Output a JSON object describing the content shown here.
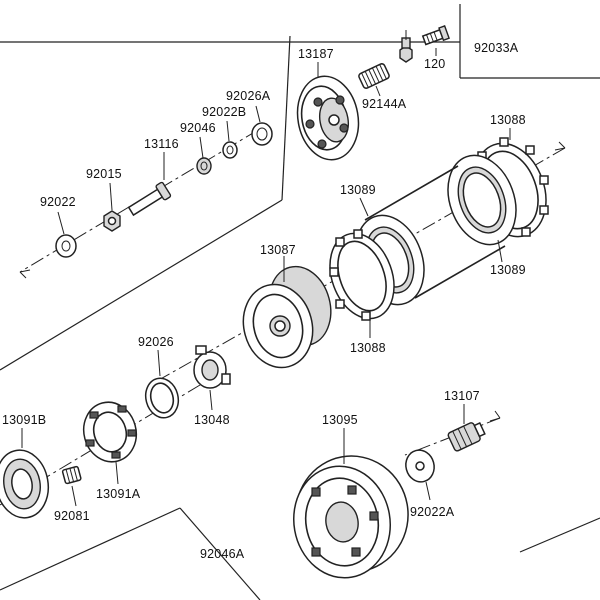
{
  "labels": {
    "p13187": "13187",
    "p120": "120",
    "p92033A": "92033A",
    "p92144A": "92144A",
    "p92026A": "92026A",
    "p92022B": "92022B",
    "p92046": "92046",
    "p13116": "13116",
    "p92015": "92015",
    "p92022": "92022",
    "p13088_top": "13088",
    "p13089_top": "13089",
    "p13089_right": "13089",
    "p13087": "13087",
    "p13088_bottom": "13088",
    "p92026": "92026",
    "p13048": "13048",
    "p13091B": "13091B",
    "p92081": "92081",
    "p13091A": "13091A",
    "p13095": "13095",
    "p13107": "13107",
    "p92022A": "92022A",
    "p92046A": "92046A"
  }
}
